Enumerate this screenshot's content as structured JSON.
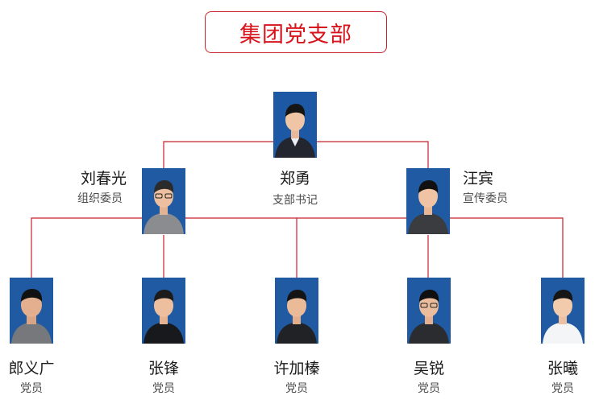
{
  "title": "集团党支部",
  "colors": {
    "accent": "#d7141c",
    "line": "#c8202c",
    "photo_bg": "#1f5aa3"
  },
  "leader": {
    "name": "郑勇",
    "role": "支部书记"
  },
  "deputies": [
    {
      "name": "刘春光",
      "role": "组织委员"
    },
    {
      "name": "汪宾",
      "role": "宣传委员"
    }
  ],
  "members": [
    {
      "name": "郎义广",
      "role": "党员"
    },
    {
      "name": "张锋",
      "role": "党员"
    },
    {
      "name": "许加榛",
      "role": "党员"
    },
    {
      "name": "吴锐",
      "role": "党员"
    },
    {
      "name": "张曦",
      "role": "党员"
    }
  ]
}
